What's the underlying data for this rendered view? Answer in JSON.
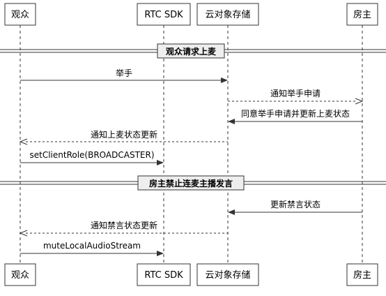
{
  "participants": [
    {
      "id": "audience",
      "label": "观众"
    },
    {
      "id": "rtc",
      "label": "RTC SDK"
    },
    {
      "id": "cloud",
      "label": "云对象存储"
    },
    {
      "id": "host",
      "label": "房主"
    }
  ],
  "dividers": [
    {
      "label": "观众请求上麦"
    },
    {
      "label": "房主禁止连麦主播发言"
    }
  ],
  "messages": [
    {
      "from": "audience",
      "to": "cloud",
      "label": "举手",
      "style": "solid"
    },
    {
      "from": "cloud",
      "to": "host",
      "label": "通知举手申请",
      "style": "dashed"
    },
    {
      "from": "host",
      "to": "cloud",
      "label": "同意举手申请并更新上麦状态",
      "style": "solid"
    },
    {
      "from": "cloud",
      "to": "audience",
      "label": "通知上麦状态更新",
      "style": "dashed"
    },
    {
      "from": "audience",
      "to": "rtc",
      "label": "setClientRole(BROADCASTER)",
      "style": "solid"
    },
    {
      "from": "host",
      "to": "cloud",
      "label": "更新禁言状态",
      "style": "solid"
    },
    {
      "from": "cloud",
      "to": "audience",
      "label": "通知禁言状态更新",
      "style": "dashed"
    },
    {
      "from": "audience",
      "to": "rtc",
      "label": "muteLocalAudioStream",
      "style": "solid"
    }
  ]
}
